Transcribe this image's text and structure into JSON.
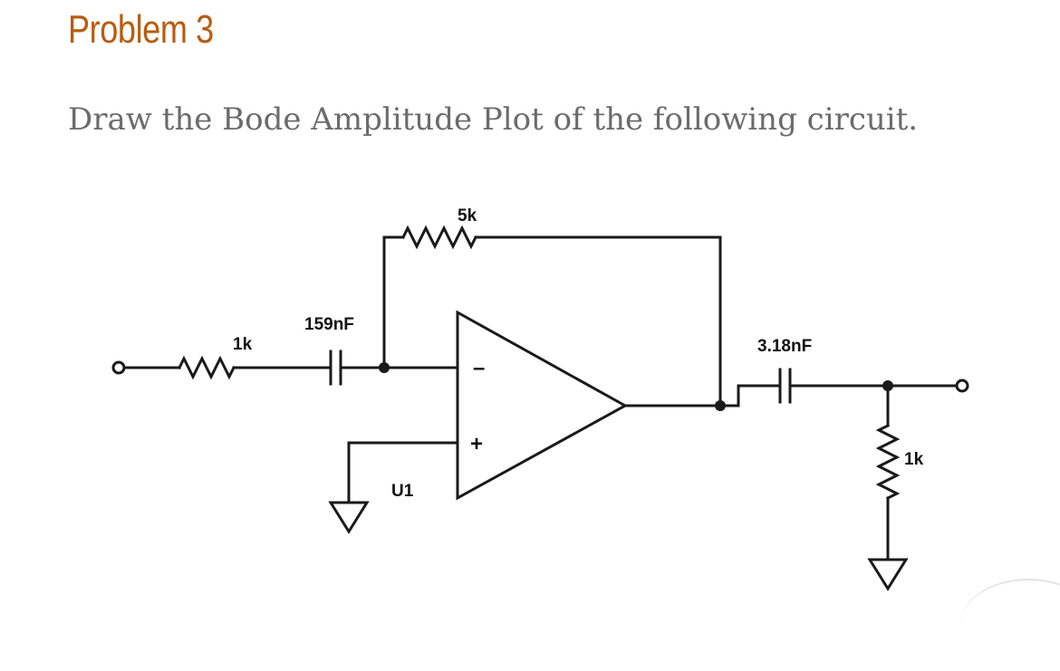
{
  "header": {
    "title": "Problem 3"
  },
  "prompt": {
    "text": "Draw the Bode Amplitude Plot of the following circuit."
  },
  "circuit": {
    "input_resistor": "1k",
    "input_capacitor": "159nF",
    "feedback_resistor": "5k",
    "opamp_label": "U1",
    "opamp_inverting": "–",
    "opamp_noninverting": "+",
    "output_capacitor": "3.18nF",
    "load_resistor": "1k"
  }
}
